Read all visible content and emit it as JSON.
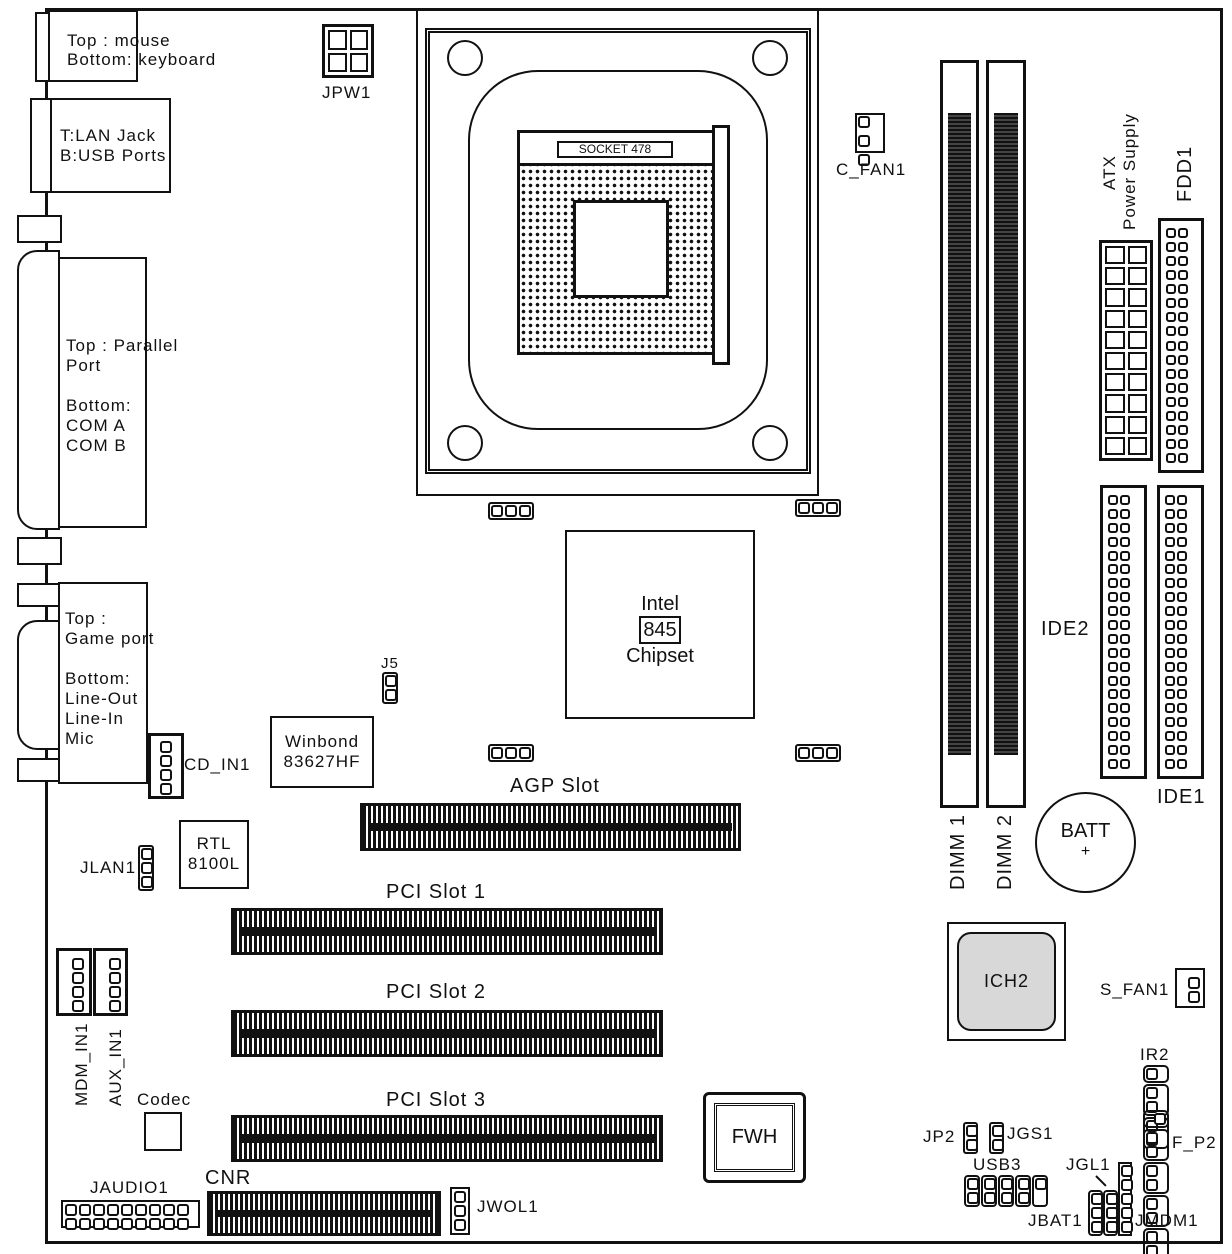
{
  "ps2": {
    "line1": "Top : mouse",
    "line2": "Bottom: keyboard"
  },
  "lan": {
    "line1": "T:LAN Jack",
    "line2": "B:USB Ports"
  },
  "parallel": {
    "line1": "Top : Parallel",
    "line2": "Port",
    "line3": "Bottom:",
    "line4": "COM A",
    "line5": "COM B"
  },
  "game": {
    "line1": "Top :",
    "line2": "Game port",
    "line3": "Bottom:",
    "line4": "Line-Out",
    "line5": "Line-In",
    "line6": "Mic"
  },
  "jpw1": "JPW1",
  "socket": "SOCKET 478",
  "c_fan1": "C_FAN1",
  "atx": {
    "line1": "ATX",
    "line2": "Power Supply"
  },
  "fdd1": "FDD1",
  "ide2": "IDE2",
  "ide1": "IDE1",
  "dimm1": "DIMM 1",
  "dimm2": "DIMM 2",
  "batt": {
    "label": "BATT",
    "sign": "+"
  },
  "chipset": {
    "line1": "Intel",
    "line2": "845",
    "line3": "Chipset"
  },
  "j5": "J5",
  "winbond": {
    "line1": "Winbond",
    "line2": "83627HF"
  },
  "cd_in1": "CD_IN1",
  "agp": "AGP Slot",
  "rtl": {
    "line1": "RTL",
    "line2": "8100L"
  },
  "jlan1": "JLAN1",
  "pci": [
    "PCI Slot 1",
    "PCI Slot 2",
    "PCI Slot 3"
  ],
  "mdm_in1": "MDM_IN1",
  "aux_in1": "AUX_IN1",
  "codec": "Codec",
  "jaudio1": "JAUDIO1",
  "cnr": "CNR",
  "jwol1": "JWOL1",
  "fwh": "FWH",
  "ich2": "ICH2",
  "s_fan1": "S_FAN1",
  "ir2": "IR2",
  "f_p2": "F_P2",
  "jp2": "JP2",
  "jgs1": "JGS1",
  "usb3": "USB3",
  "jgl1": "JGL1",
  "jbat1": "JBAT1",
  "jmdm1": "JMDM1"
}
